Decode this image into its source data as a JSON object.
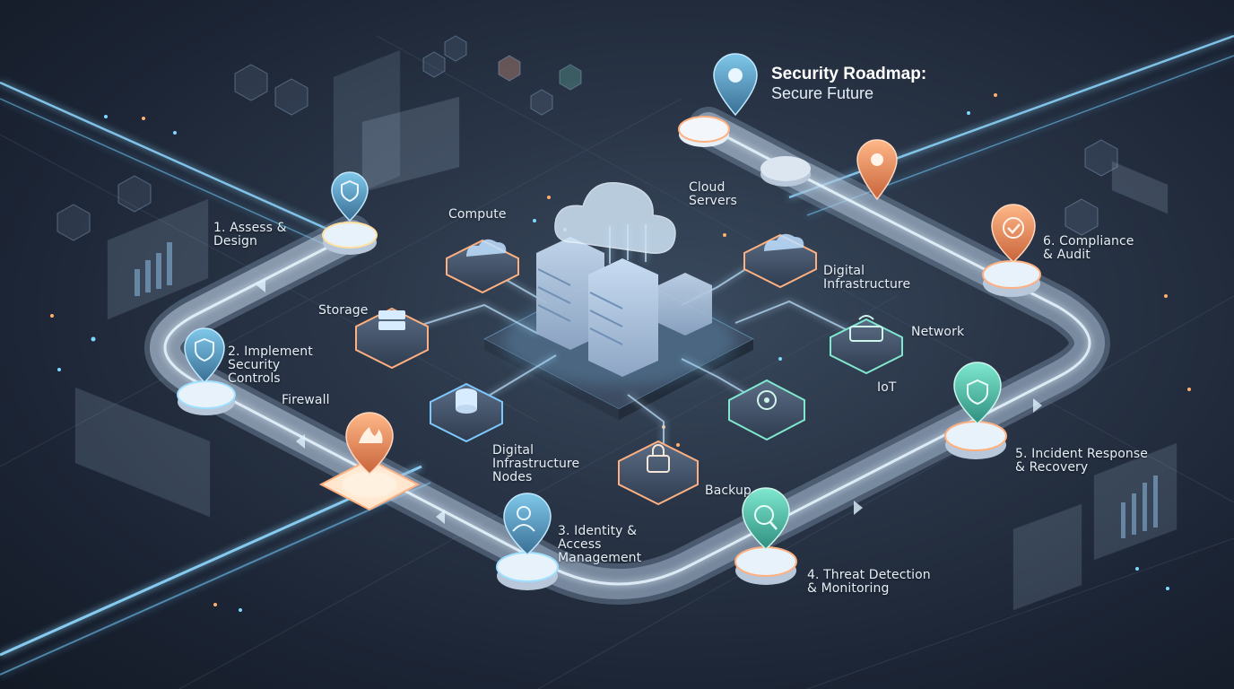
{
  "title": {
    "line1": "Security Roadmap:",
    "line2": "Secure Future"
  },
  "steps": [
    {
      "label": "1. Assess &\nDesign",
      "icon": "shield-icon"
    },
    {
      "label": "2. Implement\nSecurity\nControls",
      "icon": "shield-icon"
    },
    {
      "label": "3. Identity &\nAccess\nManagement",
      "icon": "user-key-icon"
    },
    {
      "label": "4. Threat Detection\n& Monitoring",
      "icon": "ai-search-icon"
    },
    {
      "label": "5. Incident Response\n& Recovery",
      "icon": "shield-arrow-icon"
    },
    {
      "label": "6. Compliance\n& Audit",
      "icon": "check-badge-icon"
    }
  ],
  "nodes": {
    "compute": "Compute",
    "cloud_servers": "Cloud\nServers",
    "digital_infrastructure": "Digital\nInfrastructure",
    "storage": "Storage",
    "network": "Network",
    "firewall": "Firewall",
    "iot": "IoT",
    "digital_infrastructure_nodes": "Digital\nInfrastructure\nNodes",
    "backup": "Backup"
  },
  "colors": {
    "accent_blue": "#6fd0ff",
    "accent_orange": "#ff9a5c",
    "accent_teal": "#5fe0c0",
    "background": "#1f2a3a"
  }
}
